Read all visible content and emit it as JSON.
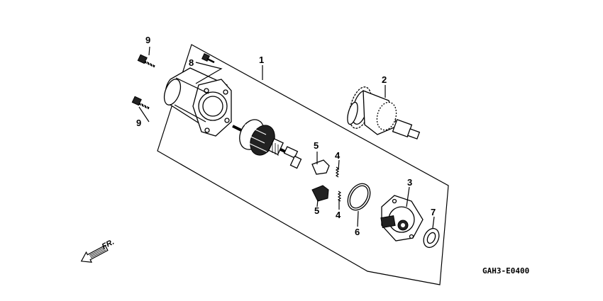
{
  "diagram": {
    "callouts": {
      "c1": "1",
      "c2": "2",
      "c3": "3",
      "c4a": "4",
      "c4b": "4",
      "c5a": "5",
      "c5b": "5",
      "c6": "6",
      "c7": "7",
      "c8": "8",
      "c9a": "9",
      "c9b": "9"
    },
    "front_marker": "FR.",
    "drawing_code": "GAH3-E0400"
  }
}
